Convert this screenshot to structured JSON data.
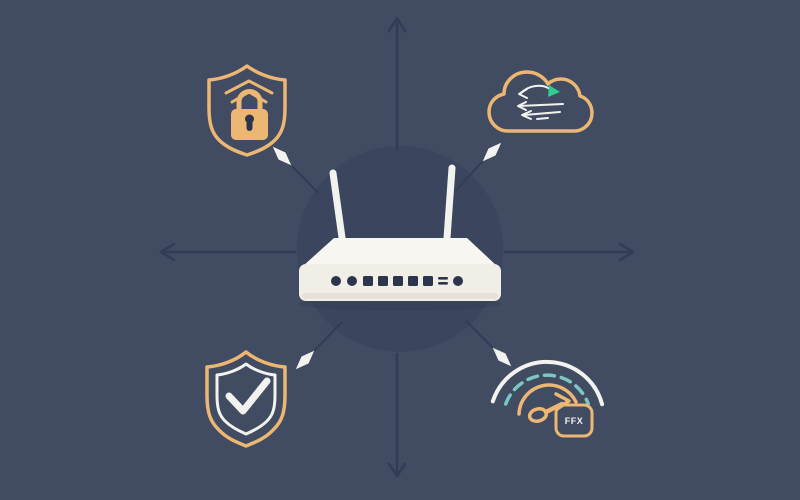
{
  "illustration": {
    "title": "router-features-illustration",
    "badge_label": "FFX",
    "icons": [
      {
        "id": "security-shield-lock-icon",
        "meaning": "shield with padlock",
        "position": "top-left"
      },
      {
        "id": "cloud-transfer-icon",
        "meaning": "cloud with transfer arrows",
        "position": "top-right"
      },
      {
        "id": "verified-shield-check-icon",
        "meaning": "shield with checkmark",
        "position": "bottom-left"
      },
      {
        "id": "speed-gauge-icon",
        "meaning": "speedometer gauge",
        "position": "bottom-right"
      },
      {
        "id": "router-icon",
        "meaning": "wireless router with two antennas",
        "position": "center"
      }
    ],
    "direction_arrows": [
      "up",
      "right",
      "down",
      "left"
    ]
  },
  "colors": {
    "background": "#414b62",
    "backdrop_circle": "#3b455d",
    "accent_orange": "#ecb772",
    "icon_white": "#f2f3ee",
    "accent_teal": "#7cc6c6",
    "accent_green": "#2fcd8e",
    "port_navy": "#2c354b",
    "router_body": "#f8f6f1",
    "router_face": "#f1eee8",
    "subtle_line": "#323c54"
  }
}
